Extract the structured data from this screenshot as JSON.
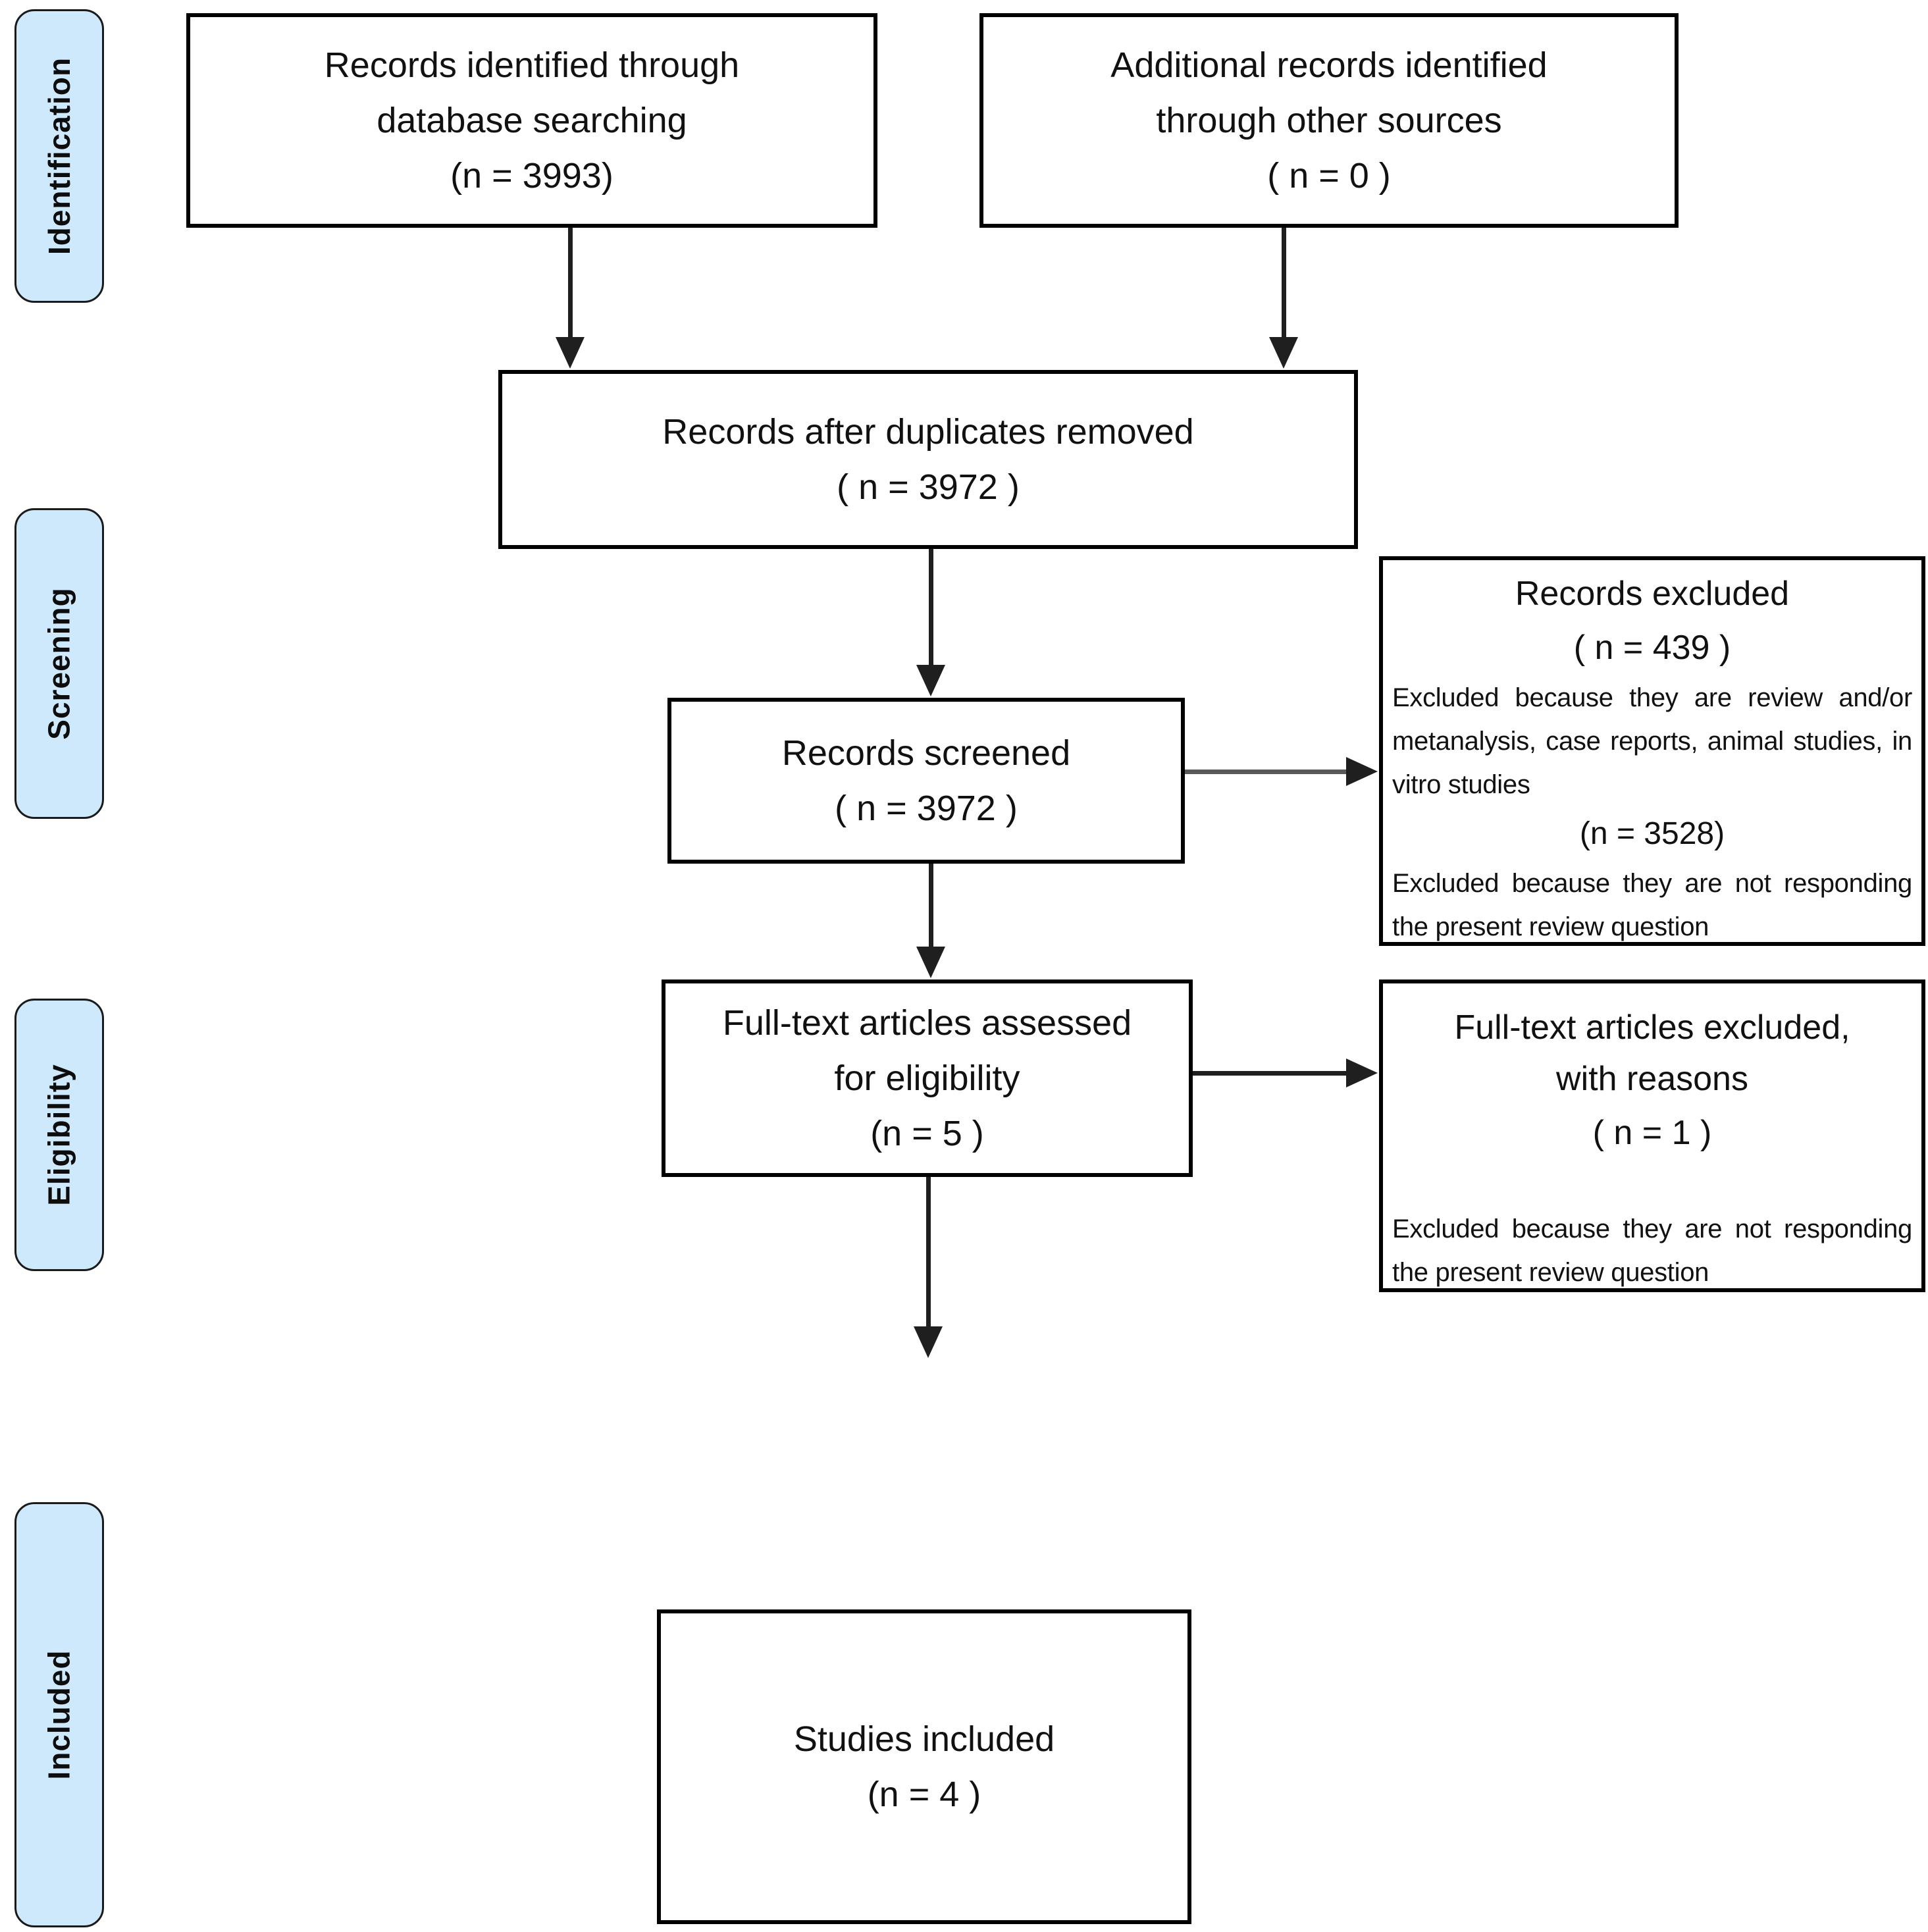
{
  "colors": {
    "sidebar_fill": "#cfe9fc",
    "box_border": "#000000",
    "arrow_dark": "#1f1f1f",
    "arrow_gray": "#595959",
    "text": "#111111"
  },
  "stages": [
    {
      "label": "Identification"
    },
    {
      "label": "Screening"
    },
    {
      "label": "Eligibility"
    },
    {
      "label": "Included"
    }
  ],
  "boxes": {
    "records_identified": {
      "line1": "Records identified through",
      "line2": "database searching",
      "line3": "(n = 3993)"
    },
    "additional_records": {
      "line1": "Additional records identified",
      "line2": "through other sources",
      "line3": "( n = 0 )"
    },
    "duplicates_removed": {
      "line1": "Records after duplicates removed",
      "line2": "( n = 3972 )"
    },
    "records_screened": {
      "line1": "Records screened",
      "line2": "( n = 3972 )"
    },
    "records_excluded": {
      "title": "Records excluded",
      "count": "( n = 439 )",
      "reason1": "Excluded because they are review and/or metanalysis, case reports, animal studies, in vitro studies",
      "count2": "(n = 3528)",
      "reason2": "Excluded because they are not responding the present review question"
    },
    "fulltext_assessed": {
      "line1": "Full-text articles assessed",
      "line2": "for eligibility",
      "line3": "(n = 5 )"
    },
    "fulltext_excluded": {
      "title1": "Full-text articles excluded,",
      "title2": "with reasons",
      "count": "( n = 1 )",
      "reason": "Excluded because they are not responding the present review question"
    },
    "studies_included": {
      "line1": "Studies included",
      "line2": "(n = 4 )"
    }
  }
}
